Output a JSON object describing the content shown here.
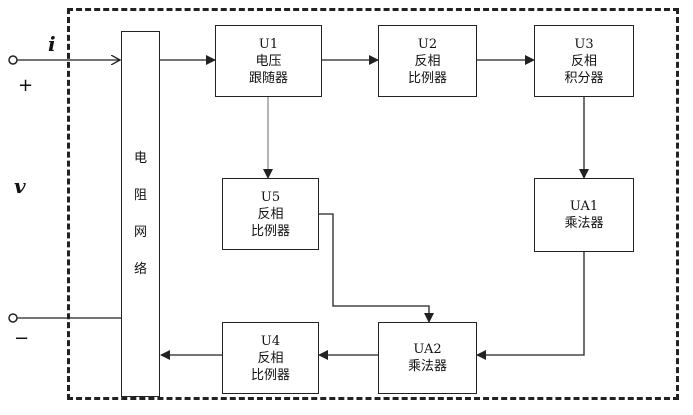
{
  "terminals": {
    "current_label": "i",
    "voltage_label": "v",
    "plus": "+",
    "minus": "−"
  },
  "resistor_network": {
    "chars": [
      "电",
      "阻",
      "网",
      "络"
    ]
  },
  "blocks": {
    "u1": {
      "id": "U1",
      "lines": [
        "电压",
        "跟随器"
      ]
    },
    "u2": {
      "id": "U2",
      "lines": [
        "反相",
        "比例器"
      ]
    },
    "u3": {
      "id": "U3",
      "lines": [
        "反相",
        "积分器"
      ]
    },
    "u5": {
      "id": "U5",
      "lines": [
        "反相",
        "比例器"
      ]
    },
    "ua1": {
      "id": "UA1",
      "lines": [
        "乘法器"
      ]
    },
    "ua2": {
      "id": "UA2",
      "lines": [
        "乘法器"
      ]
    },
    "u4": {
      "id": "U4",
      "lines": [
        "反相",
        "比例器"
      ]
    }
  },
  "colors": {
    "line": "#222222",
    "background": "#ffffff"
  }
}
